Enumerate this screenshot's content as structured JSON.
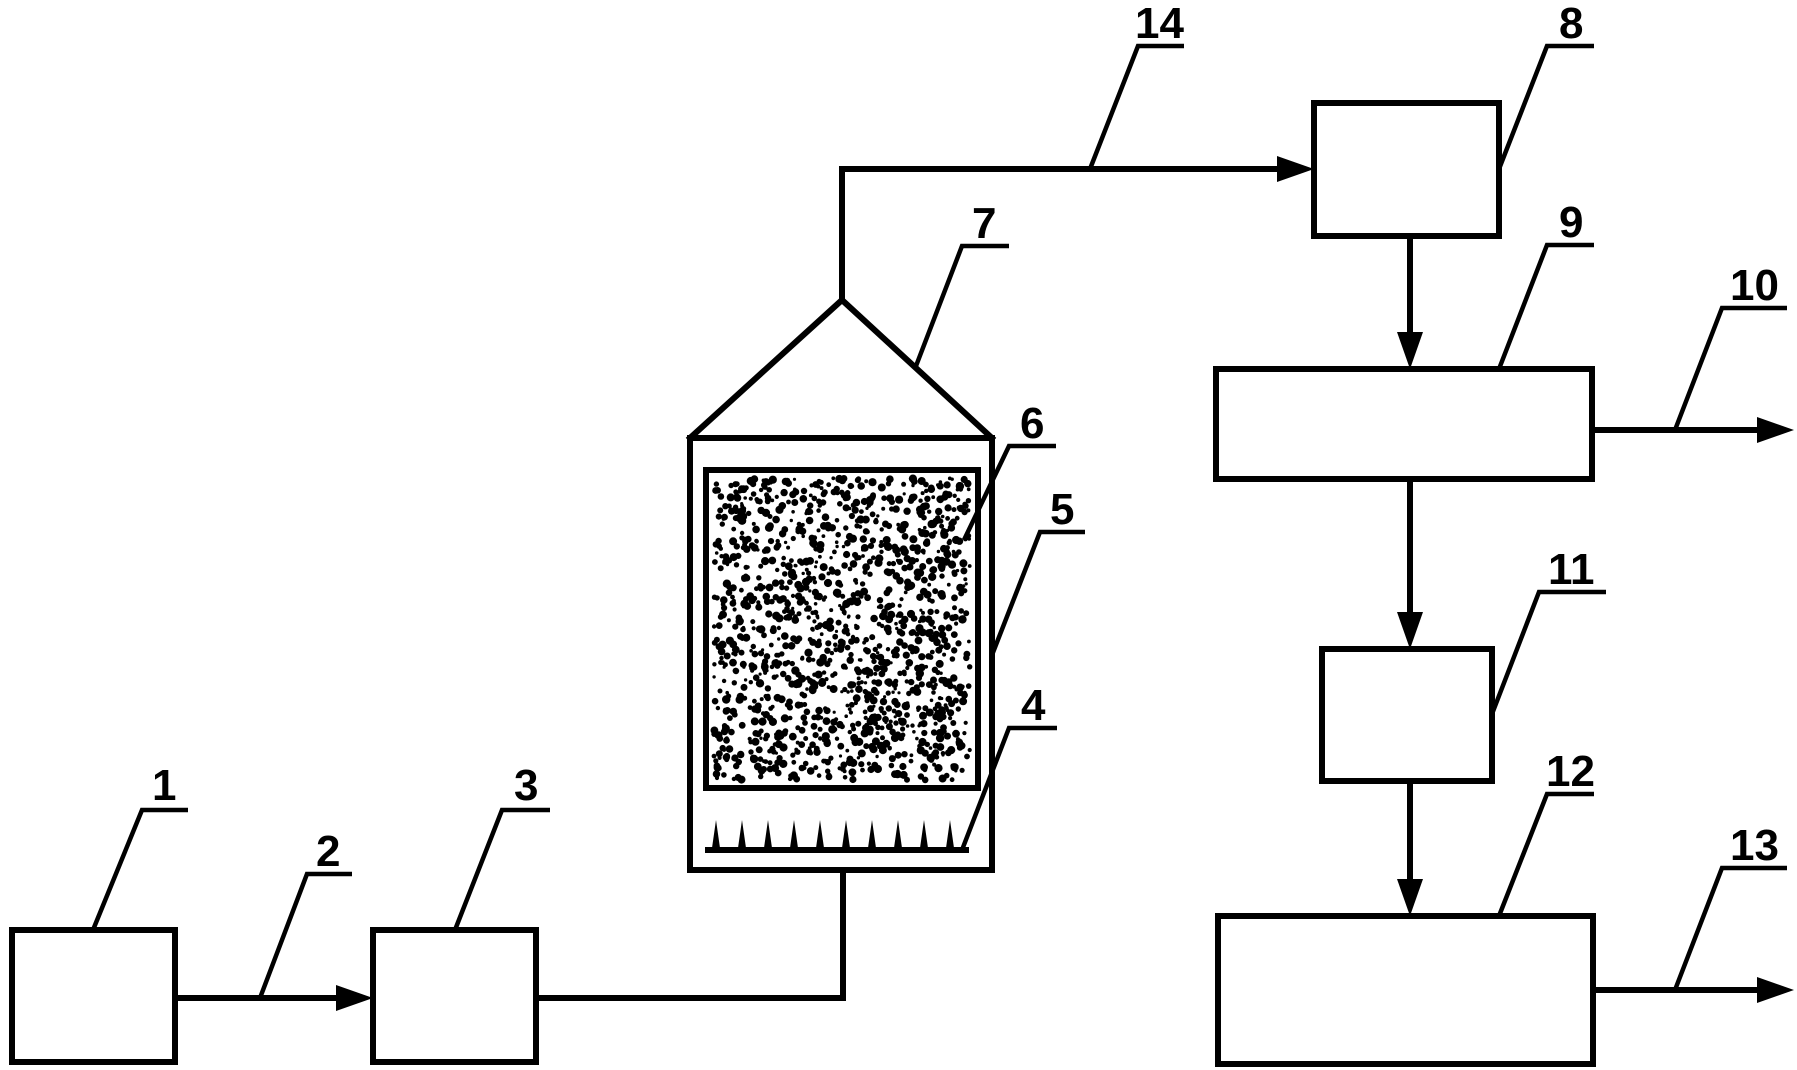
{
  "labels": {
    "n1": "1",
    "n2": "2",
    "n3": "3",
    "n4": "4",
    "n5": "5",
    "n6": "6",
    "n7": "7",
    "n8": "8",
    "n9": "9",
    "n10": "10",
    "n11": "11",
    "n12": "12",
    "n13": "13",
    "n14": "14"
  },
  "colors": {
    "stroke": "#000000",
    "background": "#ffffff"
  }
}
